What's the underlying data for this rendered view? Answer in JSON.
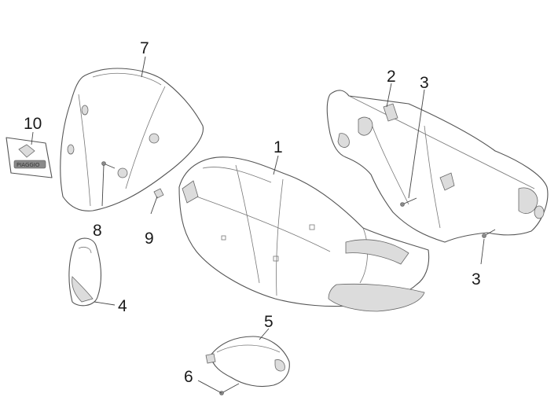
{
  "callouts": {
    "c1": "1",
    "c2": "2",
    "c3a": "3",
    "c3b": "3",
    "c4": "4",
    "c5": "5",
    "c6": "6",
    "c7": "7",
    "c8": "8",
    "c9": "9",
    "c10": "10"
  },
  "badge_text": "PIAGGIO",
  "colors": {
    "line": "#555555",
    "background": "#ffffff"
  }
}
